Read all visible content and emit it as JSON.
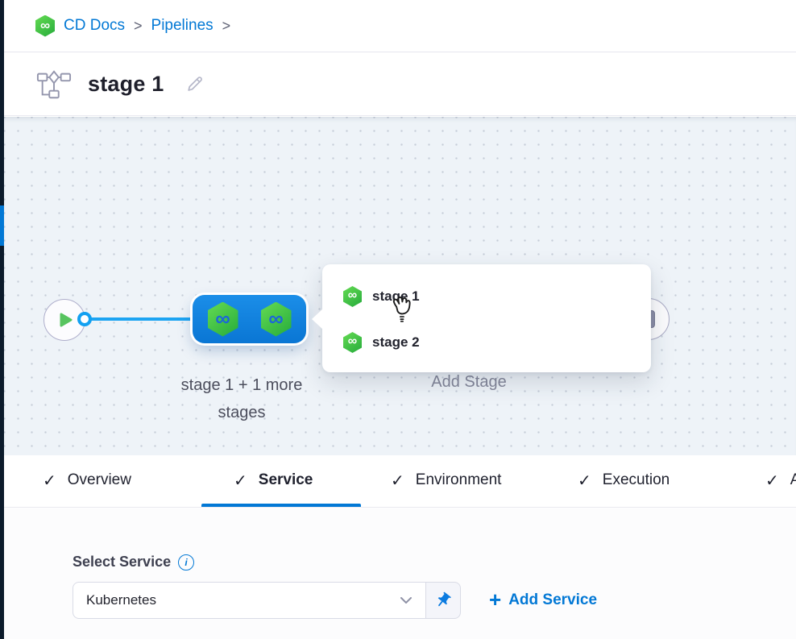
{
  "colors": {
    "primary_blue": "#0278d5",
    "connector_blue": "#1da4f2",
    "node_blue": "#0d7fdc",
    "hex_green": "#3fc34a",
    "canvas_bg": "#eef3f8",
    "dark_nav": "#0c1b2b"
  },
  "icons": {
    "check": "✓",
    "plus": "+",
    "infinity": "∞",
    "info": "i"
  },
  "breadcrumb": {
    "items": [
      "CD Docs",
      "Pipelines"
    ],
    "separator": ">"
  },
  "header": {
    "title": "stage 1"
  },
  "canvas": {
    "stage_group_label": {
      "line1": "stage 1 + 1 more",
      "line2": "stages"
    },
    "add_stage_label": "Add Stage",
    "popup": {
      "items": [
        {
          "label": "stage 1"
        },
        {
          "label": "stage 2"
        }
      ]
    }
  },
  "tabs": [
    {
      "label": "Overview",
      "active": false
    },
    {
      "label": "Service",
      "active": true
    },
    {
      "label": "Environment",
      "active": false
    },
    {
      "label": "Execution",
      "active": false
    },
    {
      "label": "Advanced",
      "active": false
    }
  ],
  "service_panel": {
    "label": "Select Service",
    "select": {
      "value": "Kubernetes"
    },
    "add_service_label": "Add Service"
  }
}
